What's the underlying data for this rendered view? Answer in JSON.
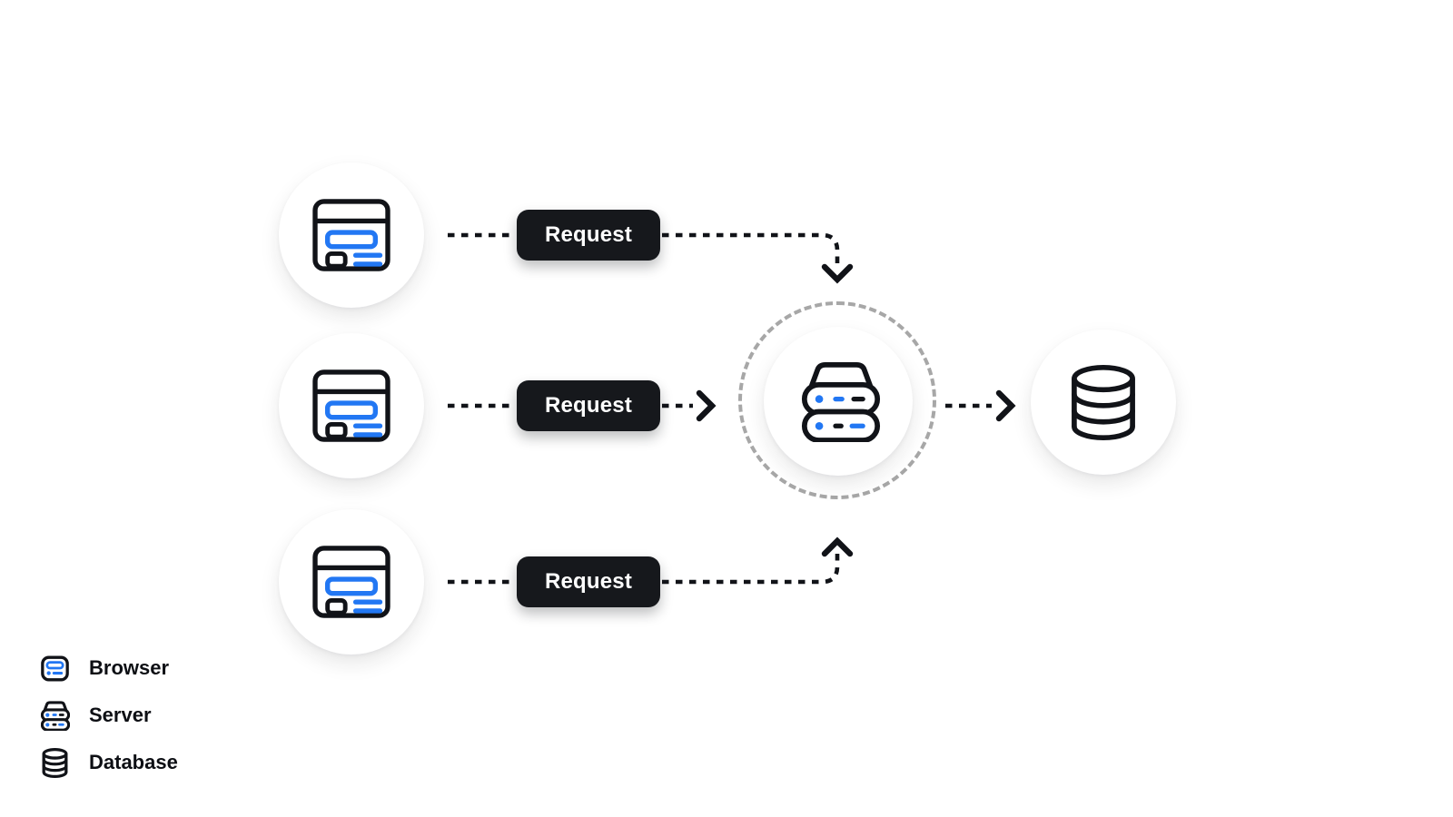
{
  "diagram": {
    "title": "",
    "edges": [
      {
        "from": "browser-1",
        "to": "server",
        "label": "Request"
      },
      {
        "from": "browser-2",
        "to": "server",
        "label": "Request"
      },
      {
        "from": "browser-3",
        "to": "server",
        "label": "Request"
      },
      {
        "from": "server",
        "to": "database",
        "label": ""
      }
    ],
    "nodes": [
      {
        "id": "browser-1",
        "icon": "browser-icon"
      },
      {
        "id": "browser-2",
        "icon": "browser-icon"
      },
      {
        "id": "browser-3",
        "icon": "browser-icon"
      },
      {
        "id": "server",
        "icon": "server-icon",
        "highlighted": "dashed-ring"
      },
      {
        "id": "database",
        "icon": "database-icon"
      }
    ]
  },
  "legend": {
    "items": [
      {
        "icon": "browser-icon",
        "label": "Browser"
      },
      {
        "icon": "server-icon",
        "label": "Server"
      },
      {
        "icon": "database-icon",
        "label": "Database"
      }
    ]
  },
  "colors": {
    "background": "#ffffff",
    "accent_blue": "#2277f3",
    "stroke_black": "#111318",
    "button_bg": "#16181c",
    "button_text": "#ffffff",
    "dashed_ring_gray": "#a7a7a7"
  }
}
